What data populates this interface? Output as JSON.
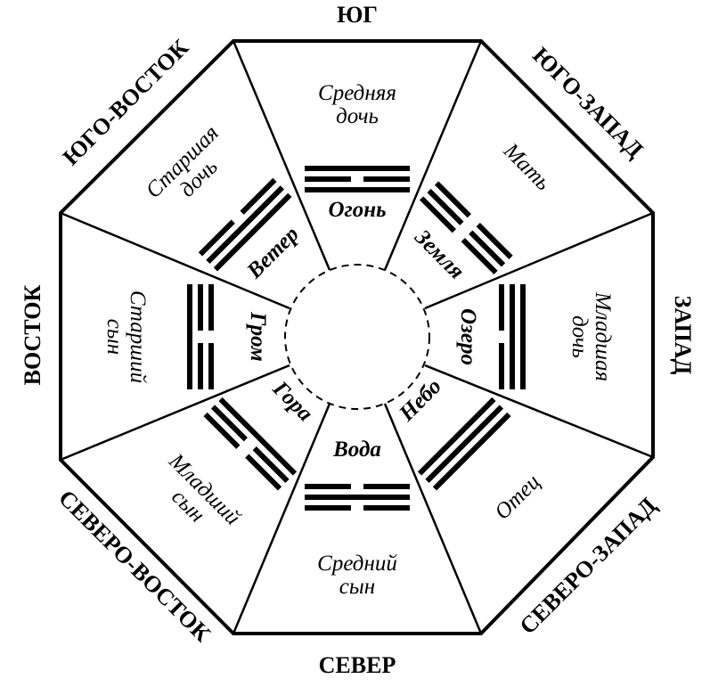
{
  "directions": {
    "south": "ЮГ",
    "southwest": "ЮГО-ЗАПАД",
    "west": "ЗАПАД",
    "northwest": "СЕВЕРО-ЗАПАД",
    "north": "СЕВЕР",
    "northeast": "СЕВЕРО-ВОСТОК",
    "east": "ВОСТОК",
    "southeast": "ЮГО-ВОСТОК"
  },
  "sectors": [
    {
      "id": "south",
      "element": "Огонь",
      "relation": [
        "Средняя",
        "дочь"
      ],
      "lines": [
        "yang",
        "yin",
        "yang"
      ]
    },
    {
      "id": "southwest",
      "element": "Земля",
      "relation": [
        "Мать"
      ],
      "lines": [
        "yin",
        "yin",
        "yin"
      ]
    },
    {
      "id": "west",
      "element": "Озеро",
      "relation": [
        "Младшая",
        "дочь"
      ],
      "lines": [
        "yin",
        "yang",
        "yang"
      ]
    },
    {
      "id": "northwest",
      "element": "Небо",
      "relation": [
        "Отец"
      ],
      "lines": [
        "yang",
        "yang",
        "yang"
      ]
    },
    {
      "id": "north",
      "element": "Вода",
      "relation": [
        "Средний",
        "сын"
      ],
      "lines": [
        "yin",
        "yang",
        "yin"
      ]
    },
    {
      "id": "northeast",
      "element": "Гора",
      "relation": [
        "Младший",
        "сын"
      ],
      "lines": [
        "yang",
        "yin",
        "yin"
      ]
    },
    {
      "id": "east",
      "element": "Гром",
      "relation": [
        "Старший",
        "сын"
      ],
      "lines": [
        "yin",
        "yin",
        "yang"
      ]
    },
    {
      "id": "southeast",
      "element": "Ветер",
      "relation": [
        "Старшая",
        "дочь"
      ],
      "lines": [
        "yang",
        "yang",
        "yin"
      ]
    }
  ]
}
